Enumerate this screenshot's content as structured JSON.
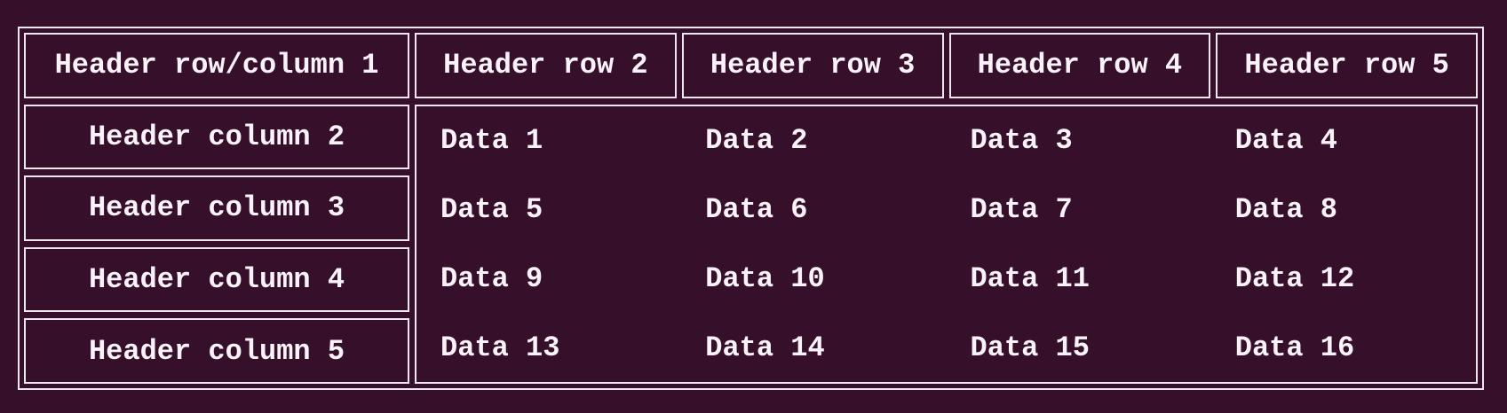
{
  "theme": {
    "background": "#36102b",
    "text": "#f9f2f8",
    "border": "#eee7ef"
  },
  "table": {
    "corner_header": "Header row/column 1",
    "column_headers": [
      "Header row 2",
      "Header row 3",
      "Header row 4",
      "Header row 5"
    ],
    "row_headers": [
      "Header column 2",
      "Header column 3",
      "Header column 4",
      "Header column 5"
    ],
    "data_rows": [
      [
        "Data 1",
        "Data 2",
        "Data 3",
        "Data 4"
      ],
      [
        "Data 5",
        "Data 6",
        "Data 7",
        "Data 8"
      ],
      [
        "Data 9",
        "Data 10",
        "Data 11",
        "Data 12"
      ],
      [
        "Data 13",
        "Data 14",
        "Data 15",
        "Data 16"
      ]
    ]
  }
}
